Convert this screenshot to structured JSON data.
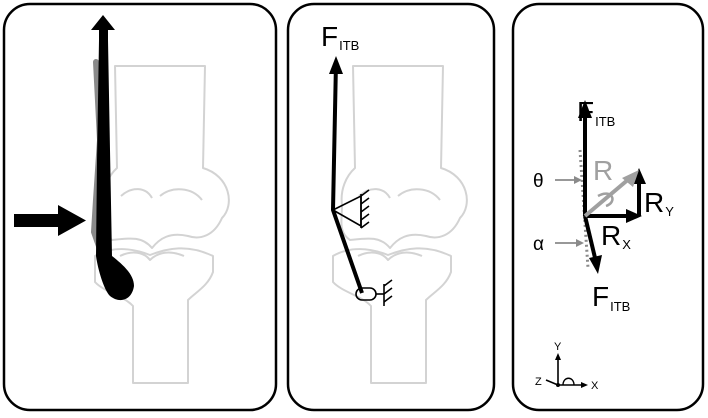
{
  "colors": {
    "frame": "#000000",
    "bone_outline": "#d3d3d3",
    "band": "#000000",
    "band_shadow": "#8a8a8a",
    "resultant": "#a0a0a0",
    "arrow": "#000000"
  },
  "panel_a": {
    "icons": [
      "band-upper-arrow",
      "medial-push-arrow",
      "itb-band-shape"
    ]
  },
  "panel_b": {
    "force_label": "F",
    "force_subscript": "ITB",
    "icons": [
      "hinge-support-icon",
      "pin-support-icon"
    ]
  },
  "panel_c": {
    "force_top_label": "F",
    "force_top_subscript": "ITB",
    "force_bottom_label": "F",
    "force_bottom_subscript": "ITB",
    "resultant_label": "R",
    "rx_label": "R",
    "rx_subscript": "X",
    "ry_label": "R",
    "ry_subscript": "Y",
    "theta_label": "θ",
    "alpha_label": "α",
    "axes": {
      "y": "Y",
      "x": "X",
      "z": "Z"
    }
  }
}
